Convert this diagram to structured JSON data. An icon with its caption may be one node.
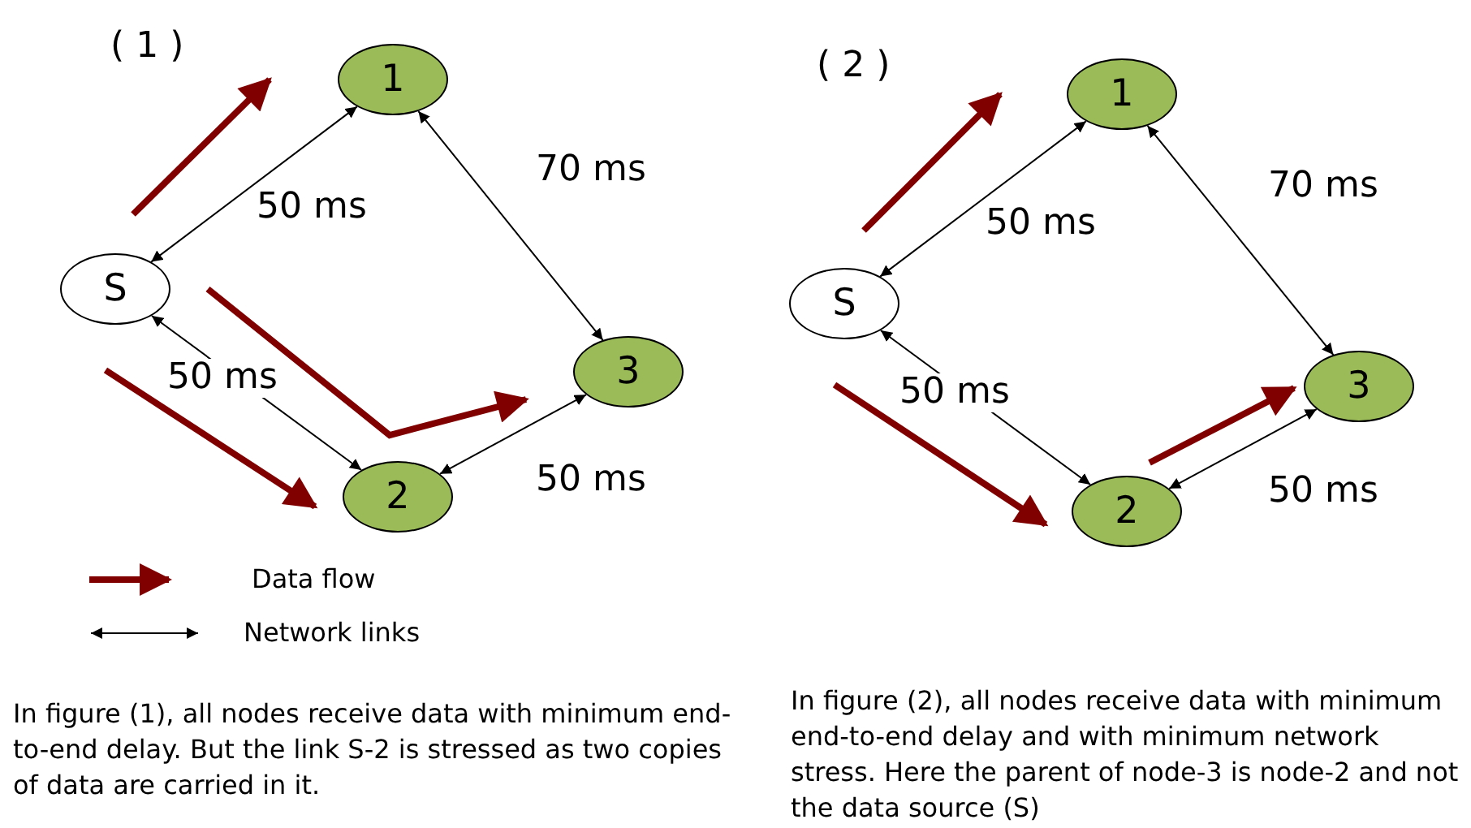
{
  "diagram": {
    "nodes": [
      {
        "text": [
          "S"
        ]
      },
      {
        "text": [
          "1"
        ]
      },
      {
        "text": [
          "3"
        ]
      },
      {
        "text": [
          "2"
        ]
      },
      {
        "text": [
          "S"
        ]
      },
      {
        "text": [
          "1"
        ]
      },
      {
        "text": [
          "3"
        ]
      },
      {
        "text": [
          "2"
        ]
      }
    ],
    "edges": [
      {
        "from": 0,
        "to": 1,
        "arrow": "both",
        "label": "50 ms"
      },
      {
        "from": 1,
        "to": 2,
        "arrow": "both",
        "label": "70 ms"
      },
      {
        "from": 0,
        "to": 3,
        "arrow": "both",
        "label": "50 ms"
      },
      {
        "from": 3,
        "to": 2,
        "arrow": "both",
        "label": "50 ms"
      },
      {
        "from": 4,
        "to": 5,
        "arrow": "both",
        "label": "50 ms"
      },
      {
        "from": 5,
        "to": 6,
        "arrow": "both",
        "label": "70 ms"
      },
      {
        "from": 4,
        "to": 7,
        "arrow": "both",
        "label": "50 ms"
      },
      {
        "from": 7,
        "to": 6,
        "arrow": "both",
        "label": "50 ms"
      }
    ],
    "labels": [
      "( 1 )",
      "( 2 )",
      "In figure (1), all nodes receive data with minimum end-to-end delay. But the link S-2 is stressed as two copies of data are carried in it.",
      "In figure (2), all nodes receive data with minimum end-to-end delay and with minimum network stress. Here the parent of node-3 is node-2 and not the data source (S)"
    ],
    "legend": [
      {
        "text": "Data flow"
      },
      {
        "text": "Network links"
      }
    ]
  }
}
